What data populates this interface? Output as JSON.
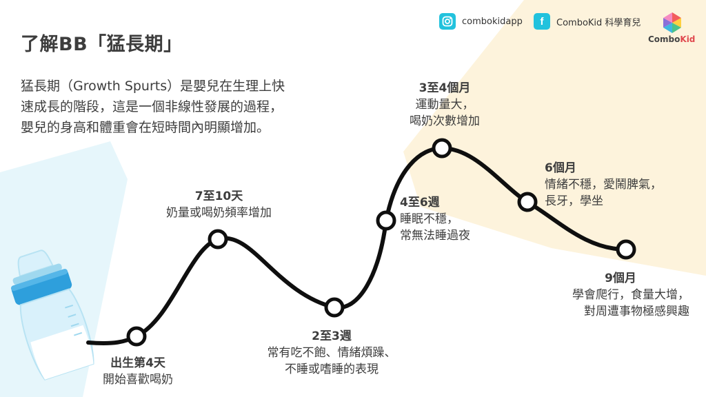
{
  "title": "了解BB「猛長期」",
  "intro_lines": [
    "猛長期（Growth Spurts）是嬰兒在生理上快",
    "速成長的階段，這是一個非線性發展的過程，",
    "嬰兒的身高和體重會在短時間內明顯增加。"
  ],
  "social": {
    "instagram": {
      "icon": "instagram-icon",
      "label": "combokidapp"
    },
    "facebook": {
      "icon": "facebook-icon",
      "label": "ComboKid 科學育兒"
    }
  },
  "logo": {
    "name_part1": "Combo",
    "name_part2": "Kid"
  },
  "stages": [
    {
      "heading": "出生第4天",
      "lines": [
        "開始喜歡喝奶"
      ]
    },
    {
      "heading": "7至10天",
      "lines": [
        "奶量或喝奶頻率增加"
      ]
    },
    {
      "heading": "2至3週",
      "lines": [
        "常有吃不飽、情緒煩躁、",
        "不睡或嗜睡的表現"
      ]
    },
    {
      "heading": "4至6週",
      "lines": [
        "睡眠不穩，",
        "常無法睡過夜"
      ]
    },
    {
      "heading": "3至4個月",
      "lines": [
        "運動量大，",
        "喝奶次數增加"
      ]
    },
    {
      "heading": "6個月",
      "lines": [
        "情緒不穩，愛鬧脾氣，",
        "長牙，學坐"
      ]
    },
    {
      "heading": "9個月",
      "lines": [
        "學會爬行，食量大增，",
        "對周遭事物極感興趣"
      ]
    }
  ],
  "colors": {
    "accent": "#22c2dd",
    "bg_blob_yellow": "#fdf3dc",
    "bg_blob_blue": "#e6f6fb",
    "bottle_cap": "#2e9fdc",
    "curve": "#0f0f0f"
  }
}
